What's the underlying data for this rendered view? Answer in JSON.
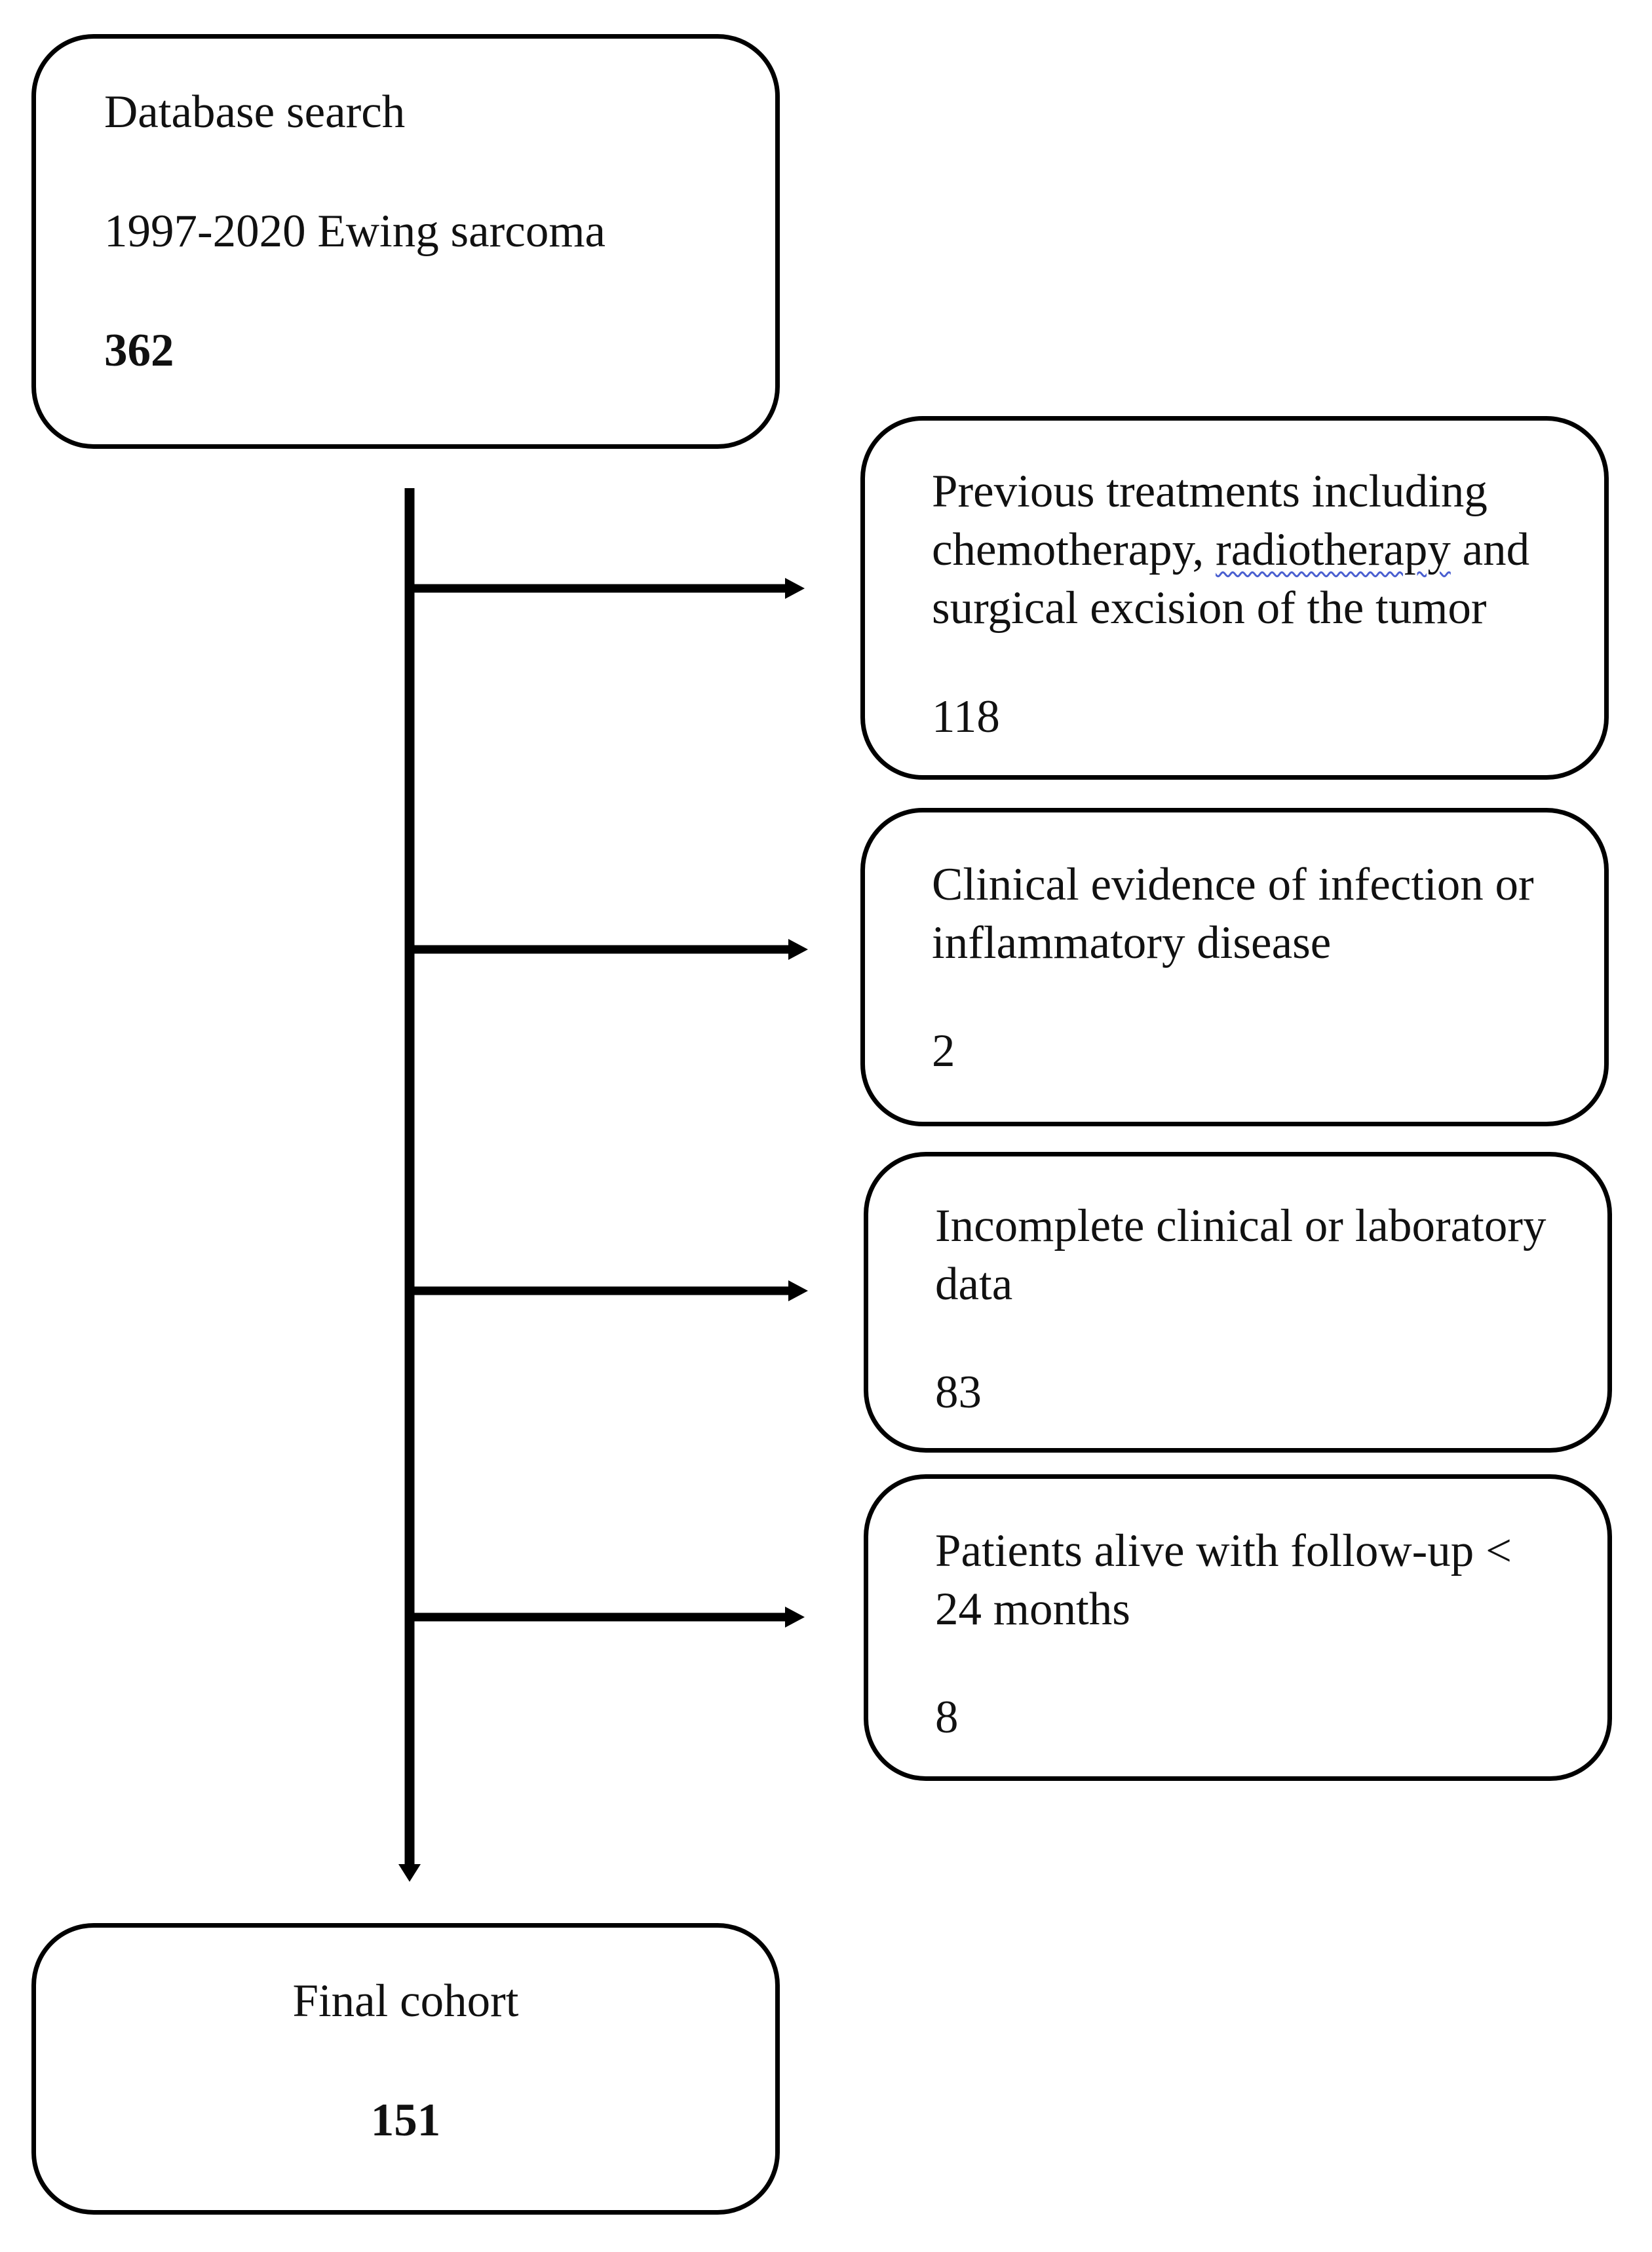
{
  "source": {
    "title": "Database search",
    "subtitle": "1997-2020 Ewing sarcoma",
    "count": "362"
  },
  "exclusions": [
    {
      "lines": [
        "Previous treatments including",
        "chemotherapy,",
        "radiotherapy",
        "and",
        "surgical excision of the tumor"
      ],
      "count": "118"
    },
    {
      "lines": [
        "Clinical evidence of infection or",
        "inflammatory disease"
      ],
      "count": "2"
    },
    {
      "lines": [
        "Incomplete clinical or laboratory",
        "data"
      ],
      "count": "83"
    },
    {
      "lines": [
        "Patients alive with follow-up <",
        "24 months"
      ],
      "count": "8"
    }
  ],
  "final": {
    "title": "Final cohort",
    "count": "151"
  }
}
